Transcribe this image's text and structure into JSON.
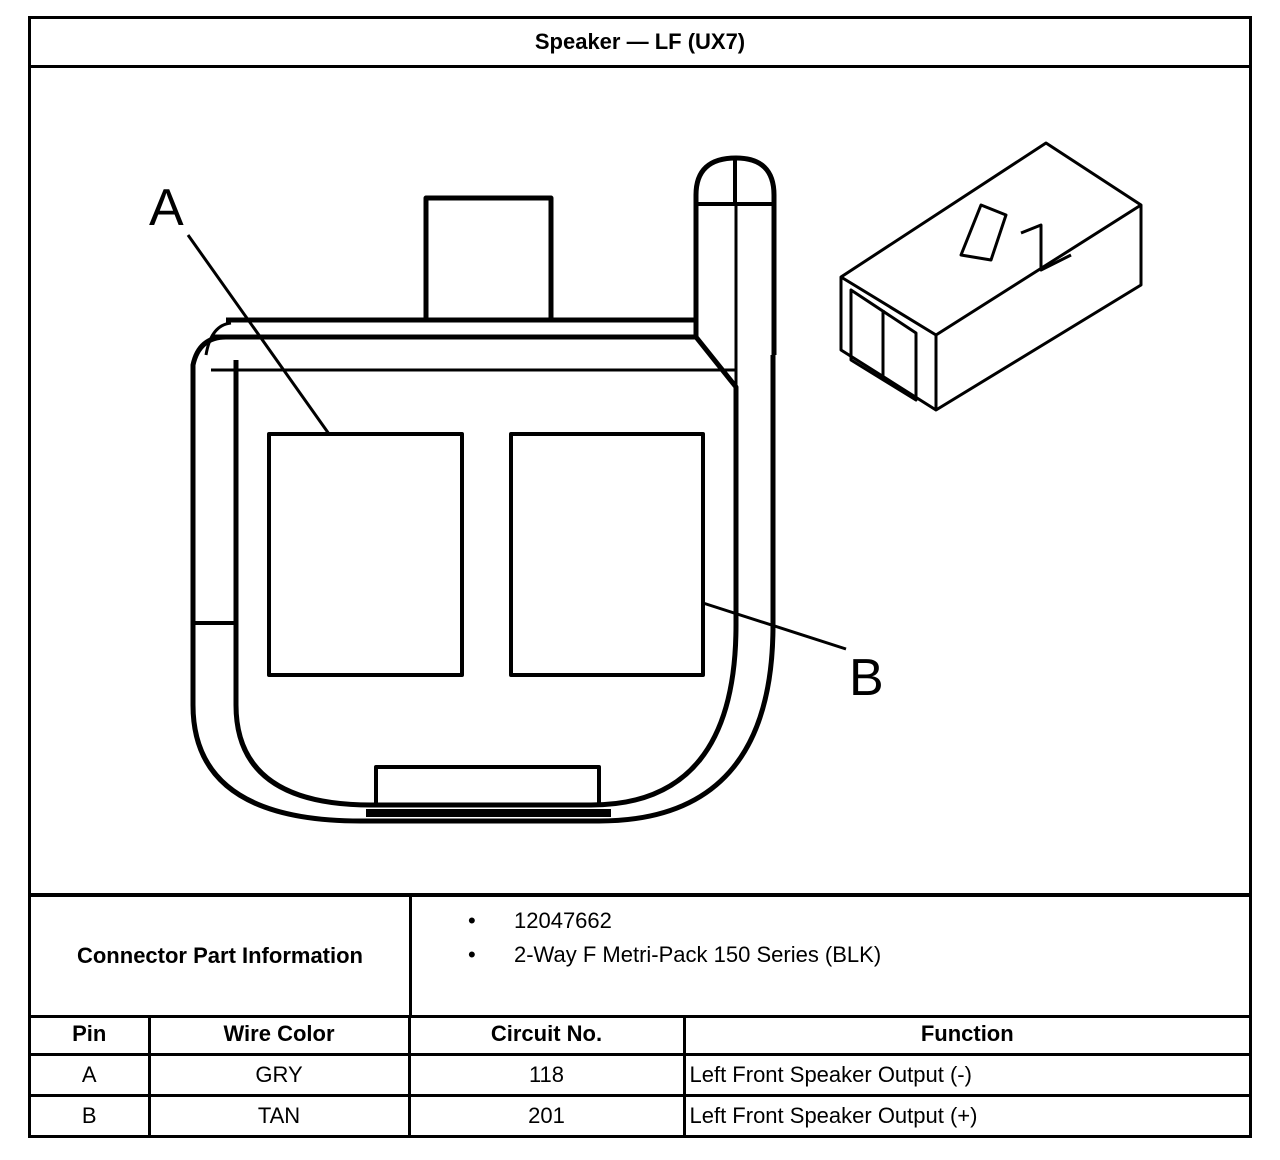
{
  "title": "Speaker — LF (UX7)",
  "diagram": {
    "label_a": "A",
    "label_b": "B"
  },
  "connector_info": {
    "label": "Connector Part Information",
    "bullet": "•",
    "items": [
      "12047662",
      "2-Way F Metri-Pack 150 Series (BLK)"
    ]
  },
  "table": {
    "headers": [
      "Pin",
      "Wire Color",
      "Circuit No.",
      "Function"
    ],
    "rows": [
      [
        "A",
        "GRY",
        "118",
        "Left Front Speaker Output (-)"
      ],
      [
        "B",
        "TAN",
        "201",
        "Left Front Speaker Output (+)"
      ]
    ]
  }
}
